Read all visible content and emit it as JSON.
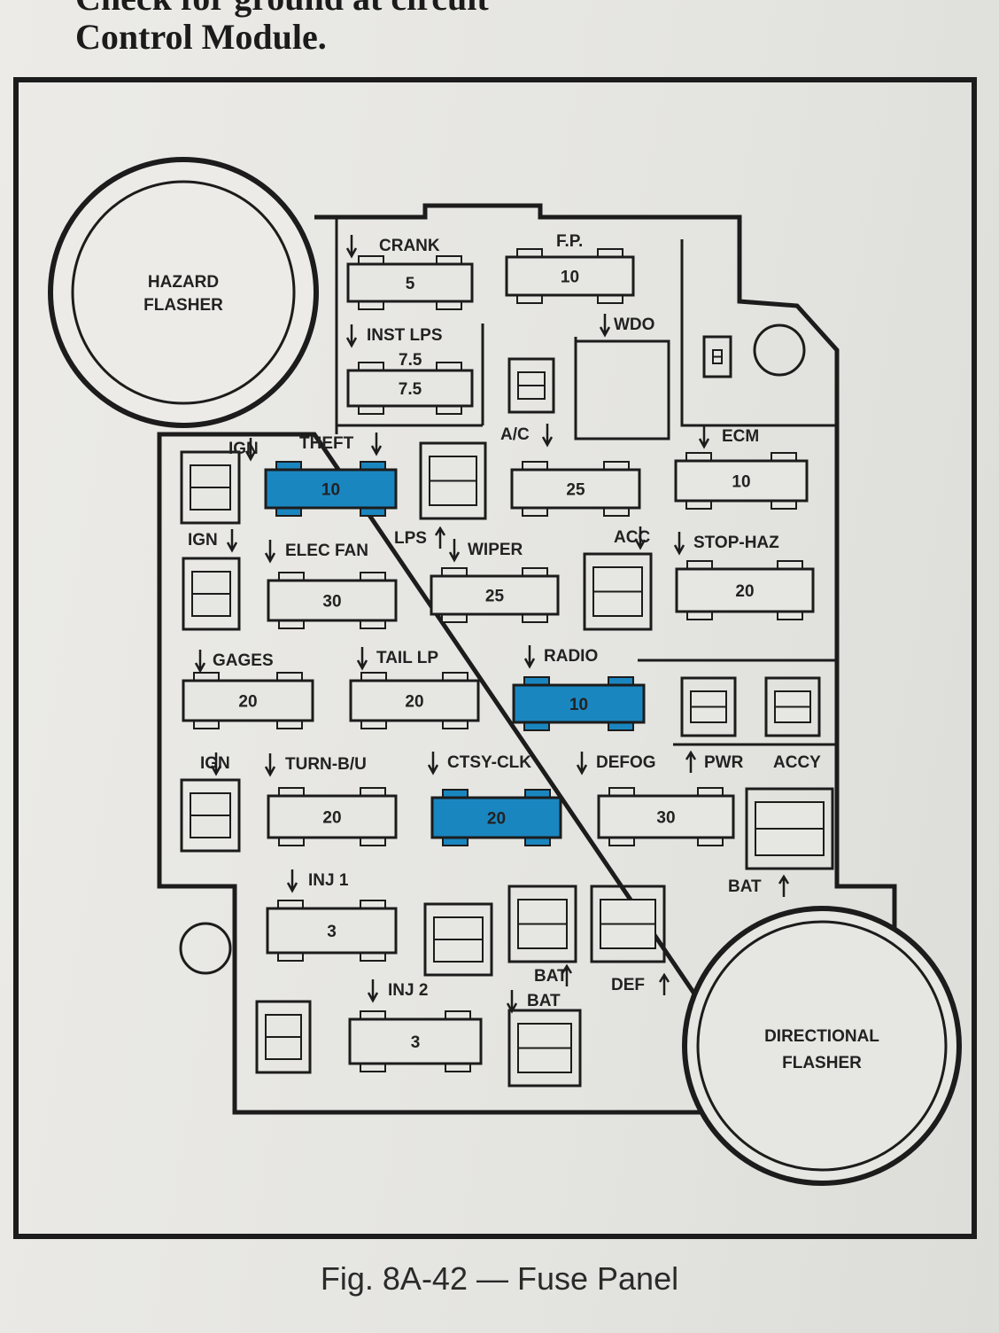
{
  "heading": {
    "line1": "Check for ground at circuit",
    "line2": "Control Module."
  },
  "caption": "Fig. 8A-42 — Fuse Panel",
  "colors": {
    "highlight": "#1a86c0",
    "fuse": "#e6e6e2",
    "ink": "#222222"
  },
  "flashers": {
    "hazard": [
      "HAZARD",
      "FLASHER"
    ],
    "directional": [
      "DIRECTIONAL",
      "FLASHER"
    ]
  },
  "labels": {
    "crank": "CRANK",
    "fp": "F.P.",
    "wdo": "WDO",
    "inst_lps": "INST LPS",
    "inst_lps_rating": "7.5",
    "ac": "A/C",
    "ecm": "ECM",
    "ign1": "IGN",
    "theft": "THEFT",
    "ign2": "IGN",
    "elec_fan": "ELEC FAN",
    "lps": "LPS",
    "wiper": "WIPER",
    "acc": "ACC",
    "stop_haz": "STOP-HAZ",
    "gages": "GAGES",
    "tail_lp": "TAIL LP",
    "radio": "RADIO",
    "ign3": "IGN",
    "turn_bu": "TURN-B/U",
    "ctsy_clk": "CTSY-CLK",
    "defog": "DEFOG",
    "pwr": "PWR",
    "accy": "ACCY",
    "bat1": "BAT",
    "inj1": "INJ 1",
    "bat2": "BAT",
    "def": "DEF",
    "inj2": "INJ 2",
    "bat3": "BAT"
  },
  "fuses": {
    "crank": "5",
    "fp": "10",
    "inst_lps": "7.5",
    "ac": "25",
    "ecm": "10",
    "theft": "10",
    "elec_fan": "30",
    "wiper": "25",
    "stop_haz": "20",
    "gages": "20",
    "tail_lp": "20",
    "radio": "10",
    "turn_bu": "20",
    "ctsy_clk": "20",
    "defog": "30",
    "inj1": "3",
    "inj2": "3"
  },
  "highlighted": [
    "theft",
    "radio",
    "ctsy_clk"
  ]
}
